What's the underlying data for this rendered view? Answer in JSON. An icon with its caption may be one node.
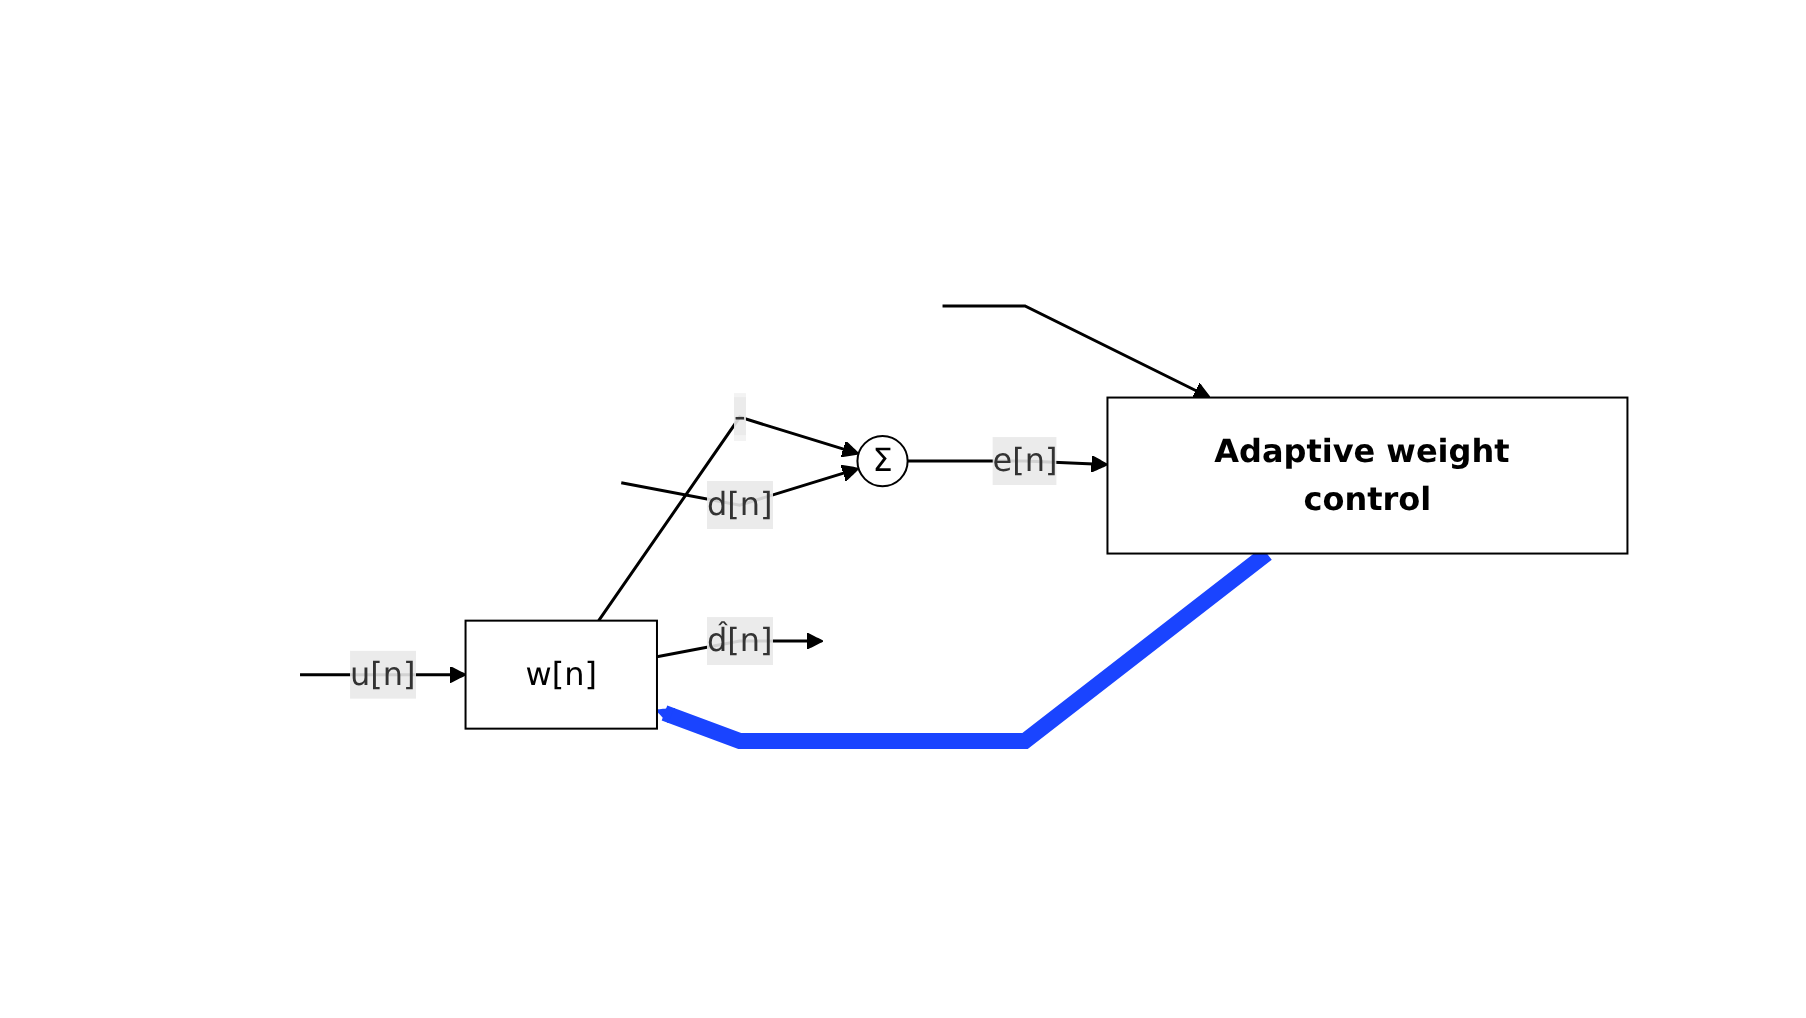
{
  "diagram": {
    "nodes": [
      {
        "text": [
          "w[n]"
        ]
      },
      {
        "text": [
          "Adaptive weight control"
        ]
      },
      {
        "text": [
          "Σ"
        ]
      }
    ],
    "edges": [
      {
        "from": null,
        "to": 0,
        "arrow": "to",
        "label": "u[n]"
      },
      {
        "from": null,
        "to": 1,
        "arrow": "to"
      },
      {
        "from": 0,
        "to": null,
        "arrow": "to",
        "label": "d̂[n]"
      },
      {
        "from": 0,
        "to": 2,
        "arrow": "to",
        "label": "-"
      },
      {
        "from": 2,
        "to": 1,
        "arrow": "to",
        "label": "e[n]"
      },
      {
        "from": null,
        "to": 2,
        "arrow": "to",
        "label": "d[n]"
      },
      {
        "from": 1,
        "to": 0,
        "arrow": "to",
        "style": "thick",
        "color": "#1a44ff"
      }
    ]
  }
}
